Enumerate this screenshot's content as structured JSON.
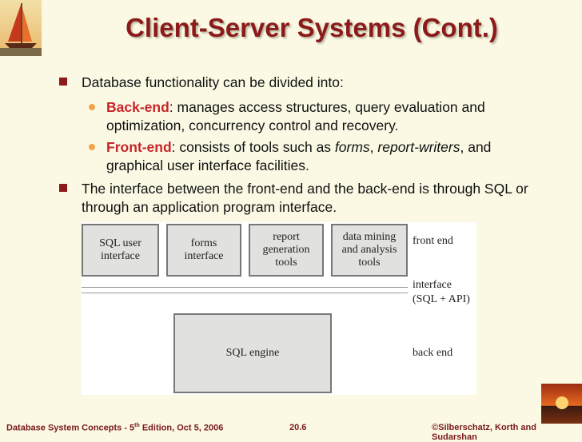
{
  "slide": {
    "title": "Client-Server Systems (Cont.)",
    "bullets": [
      {
        "text": "Database functionality can be divided into:"
      },
      {
        "keyword": "Back-end",
        "line1": ": manages access structures, query evaluation and",
        "line2": "optimization, concurrency control and recovery."
      },
      {
        "keyword": "Front-end",
        "pre": ": consists of tools such as ",
        "forms": "forms",
        "comma": ", ",
        "report": "report-writers",
        "post": ", and",
        "line2": "graphical user interface facilities."
      },
      {
        "line1": "The interface between the front-end and the back-end is through SQL or",
        "line2": "through an application program interface."
      }
    ]
  },
  "diagram": {
    "tools": [
      {
        "line1": "SQL user",
        "line2": "interface",
        "line3": ""
      },
      {
        "line1": "forms",
        "line2": "interface",
        "line3": ""
      },
      {
        "line1": "report",
        "line2": "generation",
        "line3": "tools"
      },
      {
        "line1": "data mining",
        "line2": "and analysis",
        "line3": "tools"
      }
    ],
    "engine": "SQL engine",
    "labels": {
      "front_end": "front end",
      "interface_line1": "interface",
      "interface_line2": "(SQL + API)",
      "back_end": "back end"
    }
  },
  "footer": {
    "left_a": "Database System Concepts - 5",
    "left_sup": "th",
    "left_b": " Edition, Oct 5, 2006",
    "page": "20.6",
    "right": "©Silberschatz, Korth and Sudarshan"
  }
}
